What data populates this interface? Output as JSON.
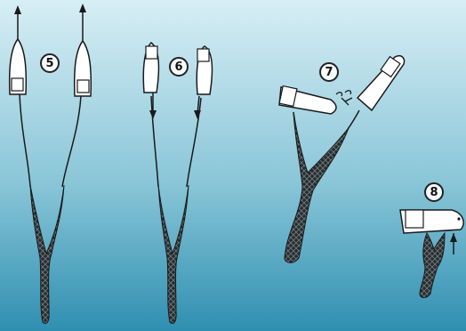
{
  "figure": {
    "background_colors": [
      "#d7eef5",
      "#8ac6d8",
      "#2f8fb0"
    ],
    "steps": [
      {
        "number": "5",
        "icon": "sailboat-pair-icon"
      },
      {
        "number": "6",
        "icon": "sailboat-pair-icon"
      },
      {
        "number": "7",
        "icon": "boat-collision-icon"
      },
      {
        "number": "8",
        "icon": "boat-with-net-icon"
      }
    ],
    "colors": {
      "ink": "#1a1a1a",
      "hull": "#ffffff",
      "net": "#2b2b2b"
    }
  }
}
